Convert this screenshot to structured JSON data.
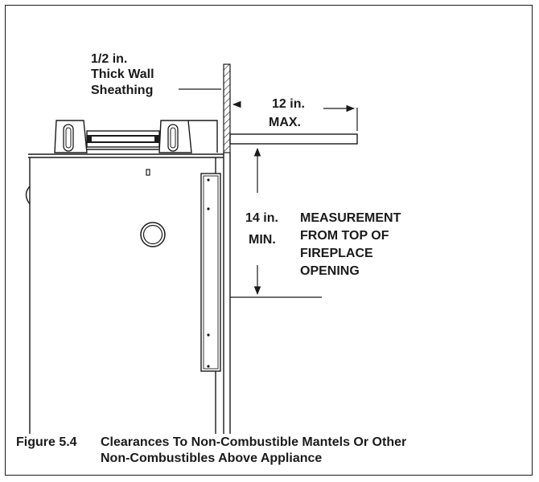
{
  "labels": {
    "sheathing": [
      "1/2 in.",
      "Thick Wall",
      "Sheathing"
    ],
    "mantel_depth": [
      "12 in.",
      "MAX."
    ],
    "clearance": [
      "14 in.",
      "MIN."
    ],
    "measurement": [
      "MEASUREMENT",
      "FROM TOP OF",
      "FIREPLACE",
      "OPENING"
    ]
  },
  "caption": {
    "number": "Figure 5.4",
    "line1": "Clearances To Non-Combustible Mantels Or Other",
    "line2": "Non-Combustibles Above Appliance"
  },
  "colors": {
    "ink": "#1a1a1a",
    "background": "#ffffff"
  }
}
